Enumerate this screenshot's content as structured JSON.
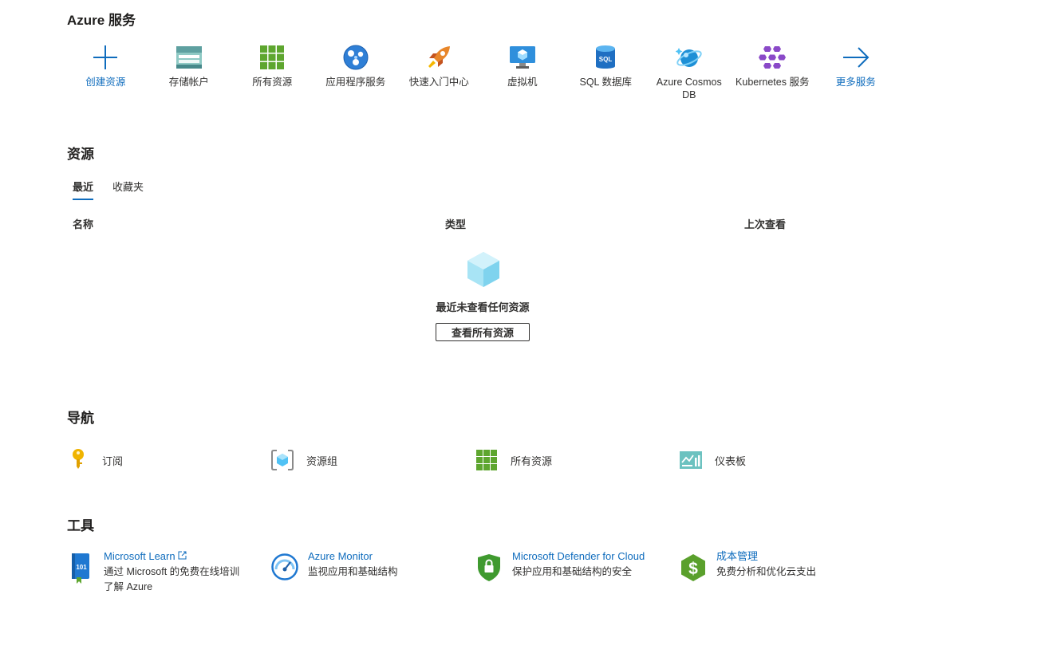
{
  "services": {
    "title": "Azure 服务",
    "items": [
      {
        "label": "创建资源",
        "icon": "plus-icon",
        "link": true
      },
      {
        "label": "存储帐户",
        "icon": "storage-account-icon",
        "link": false
      },
      {
        "label": "所有资源",
        "icon": "all-resources-grid-icon",
        "link": false
      },
      {
        "label": "应用程序服务",
        "icon": "app-service-icon",
        "link": false
      },
      {
        "label": "快速入门中心",
        "icon": "rocket-icon",
        "link": false
      },
      {
        "label": "虚拟机",
        "icon": "virtual-machine-icon",
        "link": false
      },
      {
        "label": "SQL 数据库",
        "icon": "sql-database-icon",
        "link": false
      },
      {
        "label": "Azure Cosmos DB",
        "icon": "cosmos-db-icon",
        "link": false
      },
      {
        "label": "Kubernetes 服务",
        "icon": "kubernetes-icon",
        "link": false
      },
      {
        "label": "更多服务",
        "icon": "arrow-right-icon",
        "link": true
      }
    ]
  },
  "resources": {
    "title": "资源",
    "tabs": [
      "最近",
      "收藏夹"
    ],
    "active_tab": "最近",
    "columns": [
      "名称",
      "类型",
      "上次查看"
    ],
    "empty_text": "最近未查看任何资源",
    "view_all_button": "查看所有资源"
  },
  "navigation": {
    "title": "导航",
    "items": [
      {
        "label": "订阅",
        "icon": "key-icon"
      },
      {
        "label": "资源组",
        "icon": "resource-group-icon"
      },
      {
        "label": "所有资源",
        "icon": "all-resources-grid-icon"
      },
      {
        "label": "仪表板",
        "icon": "dashboard-icon"
      }
    ]
  },
  "tools": {
    "title": "工具",
    "items": [
      {
        "title": "Microsoft Learn",
        "description": "通过 Microsoft 的免费在线培训了解 Azure",
        "icon": "learn-book-icon",
        "external": true
      },
      {
        "title": "Azure Monitor",
        "description": "监视应用和基础结构",
        "icon": "monitor-gauge-icon",
        "external": false
      },
      {
        "title": "Microsoft Defender for Cloud",
        "description": "保护应用和基础结构的安全",
        "icon": "defender-shield-icon",
        "external": false
      },
      {
        "title": "成本管理",
        "description": "免费分析和优化云支出",
        "icon": "cost-management-icon",
        "external": false
      }
    ]
  },
  "colors": {
    "link": "#0f6cbd",
    "text": "#323130",
    "storage_teal": "#5ea0a0",
    "grid_green": "#5ea62f",
    "cosmos_blue": "#1e90d6",
    "kubernetes_purple": "#8a49c8",
    "key_yellow": "#f0b400",
    "cost_green": "#5aa02c"
  }
}
